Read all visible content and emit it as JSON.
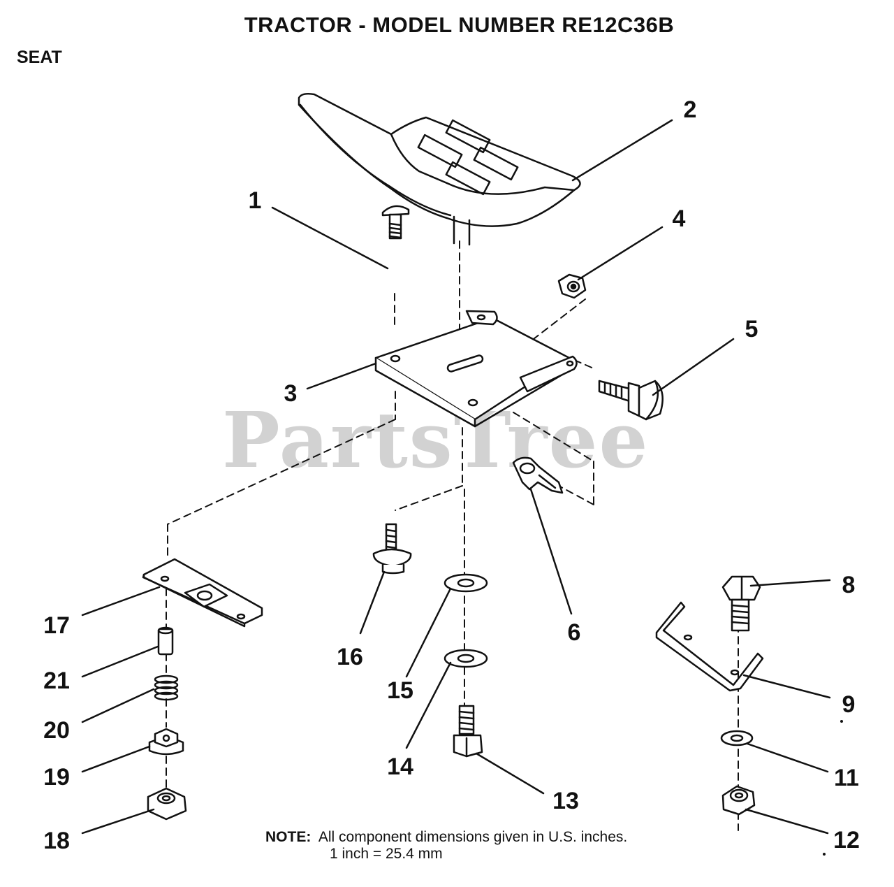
{
  "header": {
    "title": "TRACTOR  - MODEL NUMBER RE12C36B",
    "section": "SEAT"
  },
  "watermark": "PartsTree",
  "callouts": [
    "1",
    "2",
    "3",
    "4",
    "5",
    "6",
    "8",
    "9",
    "11",
    "12",
    "13",
    "14",
    "15",
    "16",
    "17",
    "18",
    "19",
    "20",
    "21"
  ],
  "parts": [
    {
      "number": "1",
      "icon": "carriage-bolt-icon"
    },
    {
      "number": "2",
      "icon": "seat-icon"
    },
    {
      "number": "3",
      "icon": "seat-pan-icon"
    },
    {
      "number": "4",
      "icon": "hex-nut-icon"
    },
    {
      "number": "5",
      "icon": "shoulder-bolt-icon"
    },
    {
      "number": "6",
      "icon": "wire-clip-icon"
    },
    {
      "number": "8",
      "icon": "hex-bolt-icon"
    },
    {
      "number": "9",
      "icon": "bracket-icon"
    },
    {
      "number": "11",
      "icon": "washer-icon"
    },
    {
      "number": "12",
      "icon": "lock-nut-icon"
    },
    {
      "number": "13",
      "icon": "hex-bolt-icon"
    },
    {
      "number": "14",
      "icon": "washer-icon"
    },
    {
      "number": "15",
      "icon": "washer-icon"
    },
    {
      "number": "16",
      "icon": "flange-bolt-icon"
    },
    {
      "number": "17",
      "icon": "slide-plate-icon"
    },
    {
      "number": "18",
      "icon": "flange-nut-icon"
    },
    {
      "number": "19",
      "icon": "flange-nut-icon"
    },
    {
      "number": "20",
      "icon": "spring-icon"
    },
    {
      "number": "21",
      "icon": "pin-icon"
    }
  ],
  "note": {
    "label": "NOTE:",
    "line1": "All component dimensions given in U.S. inches.",
    "line2": "1 inch = 25.4 mm"
  }
}
